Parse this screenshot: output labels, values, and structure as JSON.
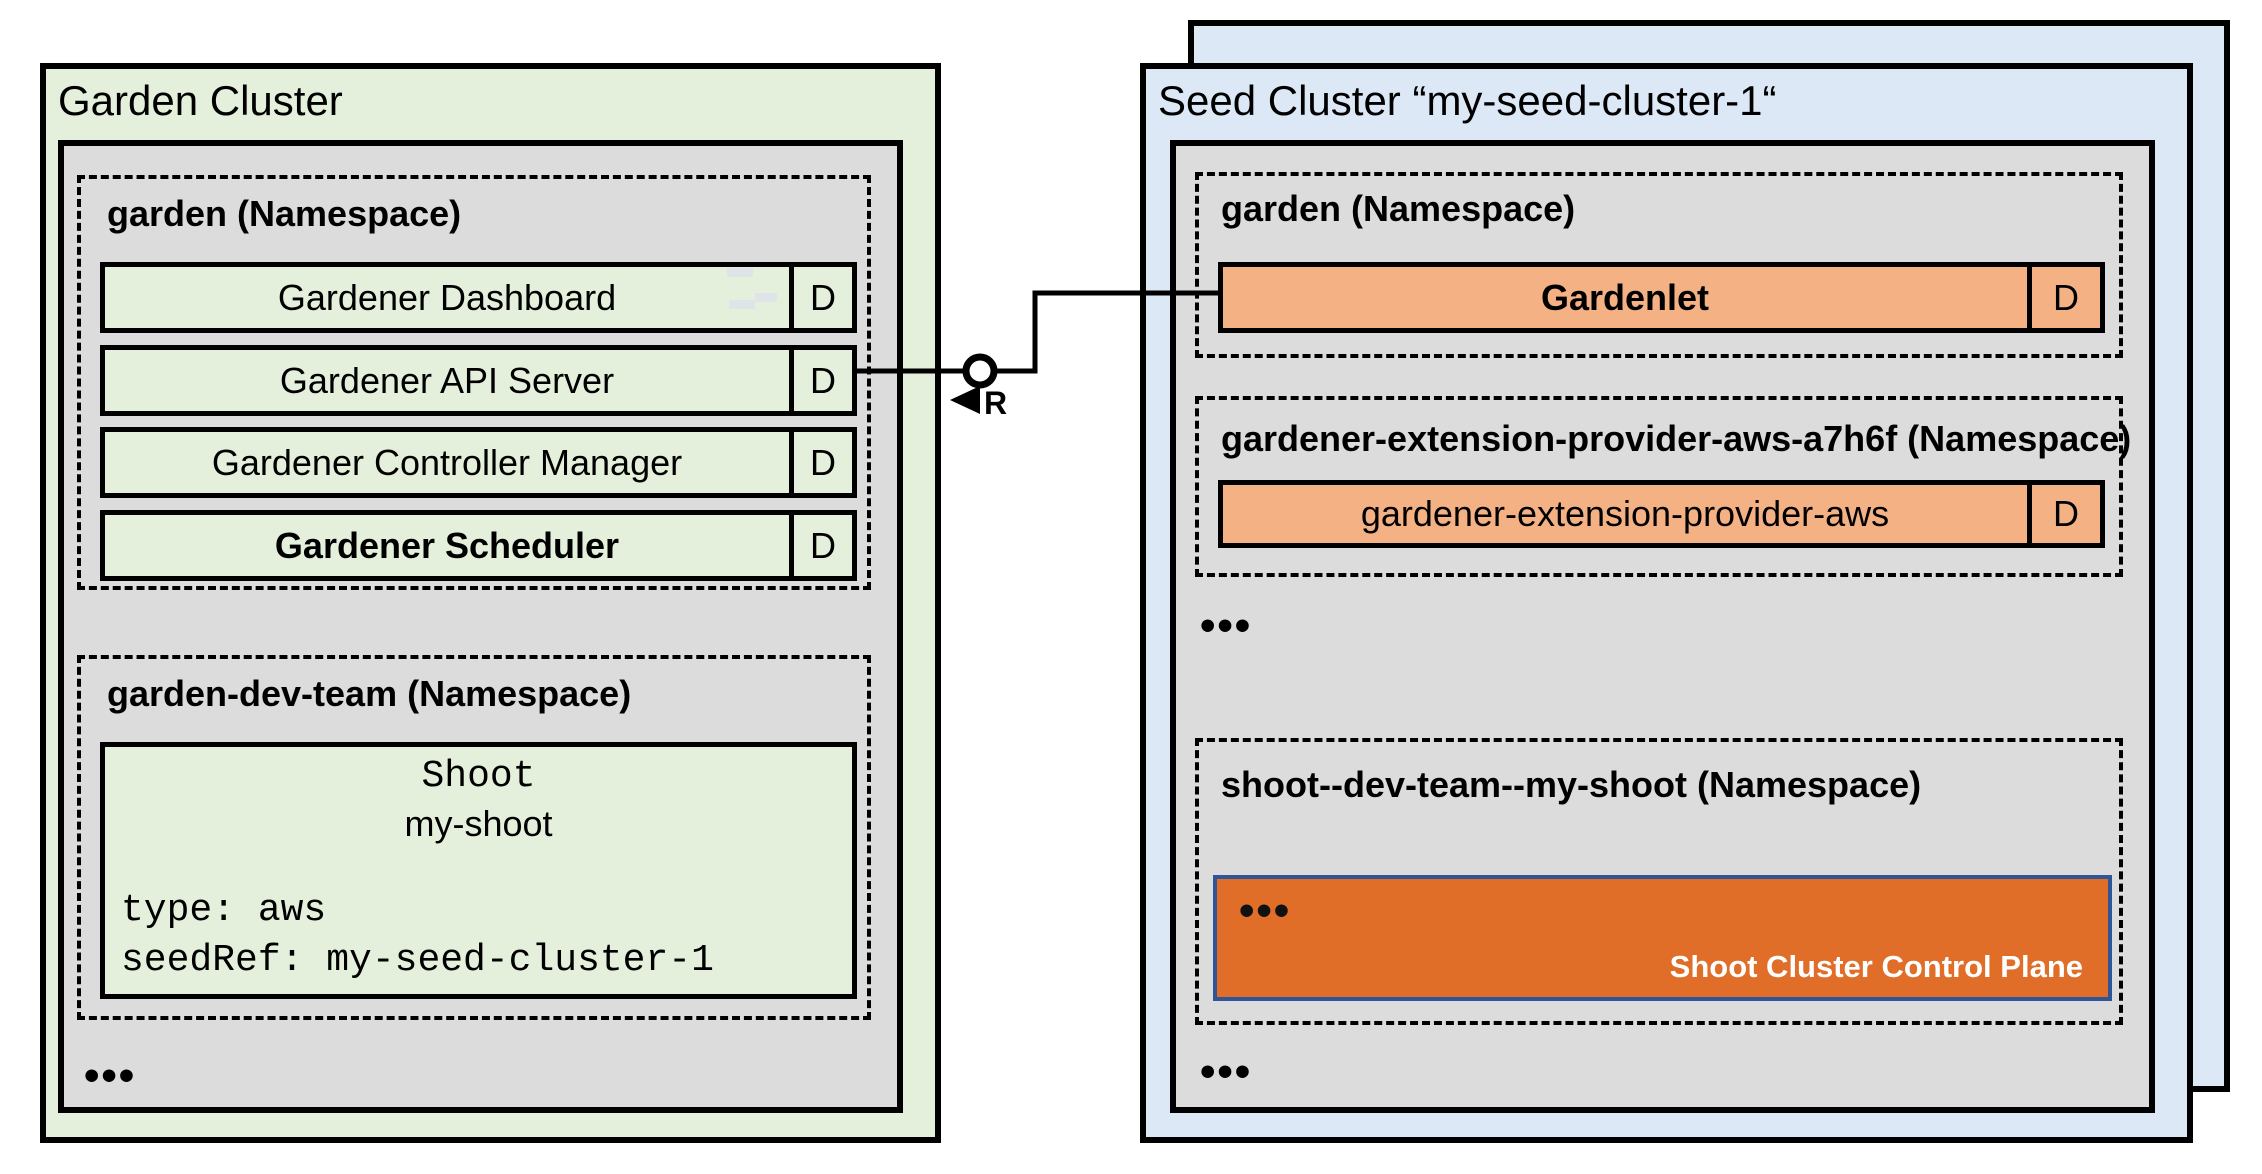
{
  "garden_cluster": {
    "title": "Garden Cluster",
    "garden_namespace": {
      "label": "garden (Namespace)",
      "rows": [
        {
          "label": "Gardener Dashboard",
          "badge": "D"
        },
        {
          "label": "Gardener API Server",
          "badge": "D"
        },
        {
          "label": "Gardener Controller Manager",
          "badge": "D"
        },
        {
          "label": "Gardener Scheduler",
          "badge": "D"
        }
      ]
    },
    "dev_team_namespace": {
      "label": "garden-dev-team (Namespace)",
      "shoot": {
        "kind": "Shoot",
        "name": "my-shoot",
        "spec_line_1": "type: aws",
        "spec_line_2": "seedRef: my-seed-cluster-1"
      }
    },
    "ellipsis": "•••"
  },
  "connector": {
    "interface_label": "R"
  },
  "seed_cluster": {
    "title": "Seed Cluster “my-seed-cluster-1“",
    "garden_namespace": {
      "label": "garden (Namespace)",
      "rows": [
        {
          "label": "Gardenlet",
          "badge": "D"
        }
      ]
    },
    "extension_namespace": {
      "label": "gardener-extension-provider-aws-a7h6f (Namespace)",
      "rows": [
        {
          "label": "gardener-extension-provider-aws",
          "badge": "D"
        }
      ]
    },
    "ellipsis_top": "•••",
    "shoot_namespace": {
      "label": "shoot--dev-team--my-shoot (Namespace)",
      "control_plane": {
        "ellipsis": "•••",
        "label": "Shoot Cluster Control Plane"
      }
    },
    "ellipsis_bottom": "•••"
  },
  "colors": {
    "garden_bg": "#e4f0dc",
    "seed_bg": "#dce8f5",
    "namespace_bg": "#dcdcdc",
    "component_green": "#e4f0dc",
    "component_orange": "#f4b183",
    "control_plane_orange": "#e06e28",
    "control_plane_border": "#2f5597"
  }
}
